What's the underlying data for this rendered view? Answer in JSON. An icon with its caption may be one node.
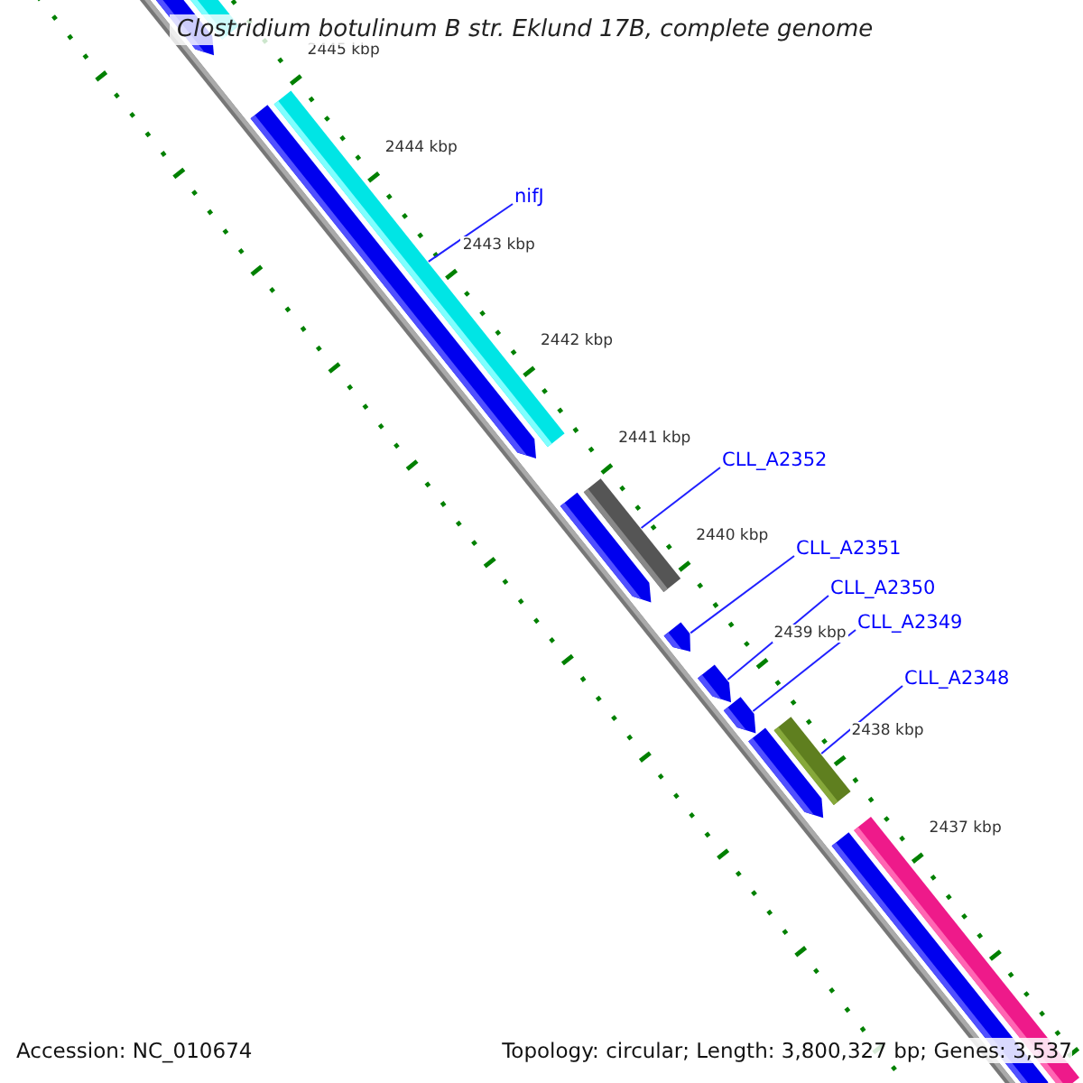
{
  "diagram": {
    "title": "Clostridium botulinum B str. Eklund 17B, complete genome",
    "nodes": [
      {
        "text": [
          "nifJ"
        ]
      },
      {
        "text": [
          "CLL_A2352"
        ]
      },
      {
        "text": [
          "CLL_A2351"
        ]
      },
      {
        "text": [
          "CLL_A2350"
        ]
      },
      {
        "text": [
          "CLL_A2349"
        ]
      },
      {
        "text": [
          "CLL_A2348"
        ]
      },
      {
        "text": [],
        "shape": "bar"
      },
      {
        "text": [],
        "shape": "bar"
      },
      {
        "text": [],
        "shape": "arrow"
      },
      {
        "text": [],
        "shape": "arrow"
      },
      {
        "text": [],
        "shape": "arrow"
      },
      {
        "text": [],
        "shape": "bar"
      }
    ],
    "edges": [
      {
        "from": 0,
        "to": 6,
        "arrow": "none"
      },
      {
        "from": 1,
        "to": 7,
        "arrow": "none"
      },
      {
        "from": 2,
        "to": 8,
        "arrow": "none"
      },
      {
        "from": 3,
        "to": 9,
        "arrow": "none"
      },
      {
        "from": 4,
        "to": 10,
        "arrow": "none"
      },
      {
        "from": 5,
        "to": 11,
        "arrow": "none"
      }
    ],
    "labels": [
      "2445 kbp",
      "2444 kbp",
      "2443 kbp",
      "2442 kbp",
      "2441 kbp",
      "2440 kbp",
      "2439 kbp",
      "2438 kbp",
      "2437 kbp",
      "Accession: NC_010674",
      "Topology: circular; Length: 3,800,327 bp; Genes: 3,537"
    ]
  }
}
